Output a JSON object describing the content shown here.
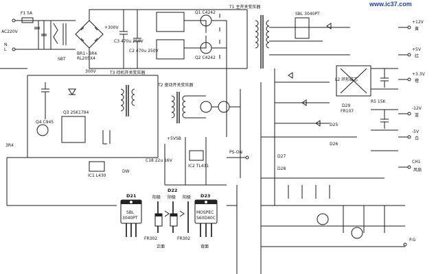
{
  "watermark": "www.ic37.com",
  "ac_input": {
    "voltage": "AC220V",
    "n_label": "N",
    "l_label": "L"
  },
  "fuse": "F1 5A",
  "primary": {
    "bridge": "BR1~BR4",
    "bridge_part": "RL205X4",
    "dc_bus": "+300V",
    "c_bulk": "C3 470u 250V",
    "c_main": "C2 470u 250V",
    "transformer_t1_note": "T1 主开关变压器",
    "transformer_t2_note": "T2 驱动开关变压器",
    "transformer_t3_note": "T3 待机开关变压器",
    "q1": "Q1 C4242",
    "q2": "Q2 C4242",
    "vcc_300": "300V"
  },
  "standby_section": {
    "q3": "Q3 2SK1794",
    "q4": "Q4 C945",
    "ic": "IC1 L430",
    "dw": "DW",
    "c": "C18 22u 16V"
  },
  "control_section": {
    "vref": "+5VSB",
    "ic_label": "IC2 TL431",
    "ps_on": "PS-ON",
    "pg": "P.G"
  },
  "outputs": [
    {
      "voltage": "+12V",
      "color": "黄"
    },
    {
      "voltage": "+5V",
      "color": "红"
    },
    {
      "voltage": "+3.3V",
      "color": "橙"
    },
    {
      "voltage": "-12V",
      "color": "蓝"
    },
    {
      "voltage": "-5V",
      "color": "白"
    },
    {
      "voltage": "CH1",
      "color": "风扇"
    }
  ],
  "output_parts": {
    "sbl": "SBL 3040PT",
    "d25": "D25",
    "d26": "D26",
    "d27": "D27",
    "d28": "D28",
    "d29": "D29",
    "l1_note": "L2 环形磁芯",
    "fr107": "FR107",
    "r_12v": "R5 15K"
  },
  "component_legend": {
    "d21": {
      "ref": "D21",
      "part_line1": "SBL",
      "part_line2": "3040PT"
    },
    "d22": {
      "ref": "D22",
      "part": "FR302",
      "caption": "正面"
    },
    "d23": {
      "ref": "D23",
      "part_line1": "MOSPEC",
      "part_line2": "S60D40C",
      "caption": "背面"
    },
    "pin_labels": [
      "阳极",
      "阴极",
      "阳极"
    ],
    "d22_bottom": "FR302"
  }
}
